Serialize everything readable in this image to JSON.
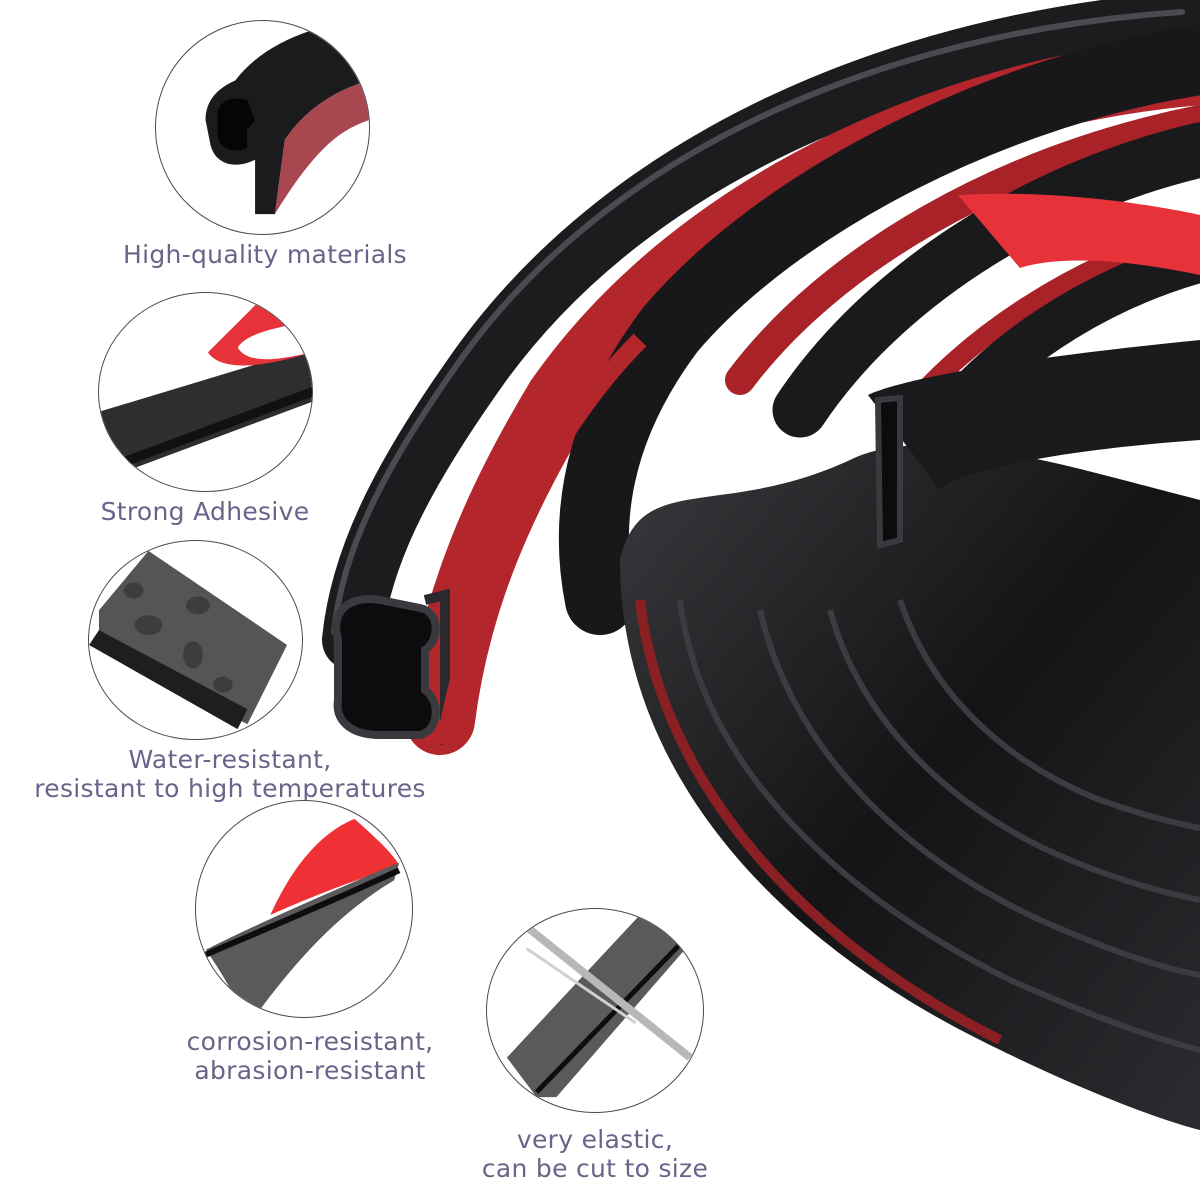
{
  "colors": {
    "caption_text": "#66658a",
    "rubber_black": "#1b1b1d",
    "adhesive_red": "#b3262c",
    "liner_red": "#e8323a",
    "circle_border": "#4a4a55",
    "background": "#ffffff"
  },
  "features": [
    {
      "icon": "seal-profile-icon",
      "label": "High-quality materials"
    },
    {
      "icon": "adhesive-peel-icon",
      "label": "Strong Adhesive"
    },
    {
      "icon": "water-droplets-icon",
      "label_line1": "Water-resistant,",
      "label_line2": "resistant to high temperatures"
    },
    {
      "icon": "twisted-strip-icon",
      "label_line1": "corrosion-resistant,",
      "label_line2": "abrasion-resistant"
    },
    {
      "icon": "scissors-cut-icon",
      "label_line1": "very elastic,",
      "label_line2": "can be cut to size"
    }
  ],
  "product": {
    "image": "rubber-seal-strip-coil"
  }
}
